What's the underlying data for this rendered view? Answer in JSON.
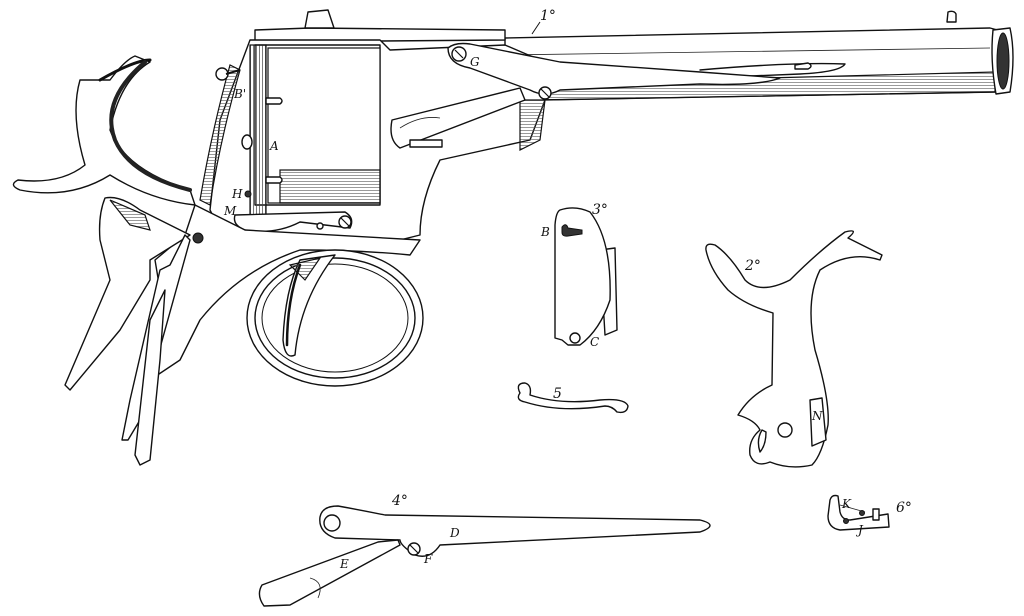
{
  "figure": {
    "subject": "Revolver mechanism, exploded technical drawing",
    "figures": [
      {
        "id": "fig1",
        "label": "1°",
        "description": "Complete revolver, side view"
      },
      {
        "id": "fig2",
        "label": "2°",
        "description": "Hammer"
      },
      {
        "id": "fig3",
        "label": "3°",
        "description": "Side plate"
      },
      {
        "id": "fig4",
        "label": "4°",
        "description": "Loading lever"
      },
      {
        "id": "fig5",
        "label": "5",
        "description": "Spring"
      },
      {
        "id": "fig6",
        "label": "6°",
        "description": "Small catch piece"
      }
    ],
    "part_letters": {
      "fig1": [
        "G",
        "B'",
        "A",
        "H",
        "M"
      ],
      "fig3": [
        "B",
        "C"
      ],
      "fig2": [
        "N"
      ],
      "fig4": [
        "D",
        "E",
        "F"
      ],
      "fig6": [
        "K",
        "J"
      ]
    }
  },
  "labels": {
    "fig1": "1°",
    "fig2": "2°",
    "fig3": "3°",
    "fig4": "4°",
    "fig5": "5",
    "fig6": "6°",
    "G": "G",
    "Bp": "B'",
    "A": "A",
    "H": "H",
    "M": "M",
    "B": "B",
    "C": "C",
    "N": "N",
    "D": "D",
    "E": "E",
    "F": "F",
    "K": "K",
    "J": "J"
  }
}
